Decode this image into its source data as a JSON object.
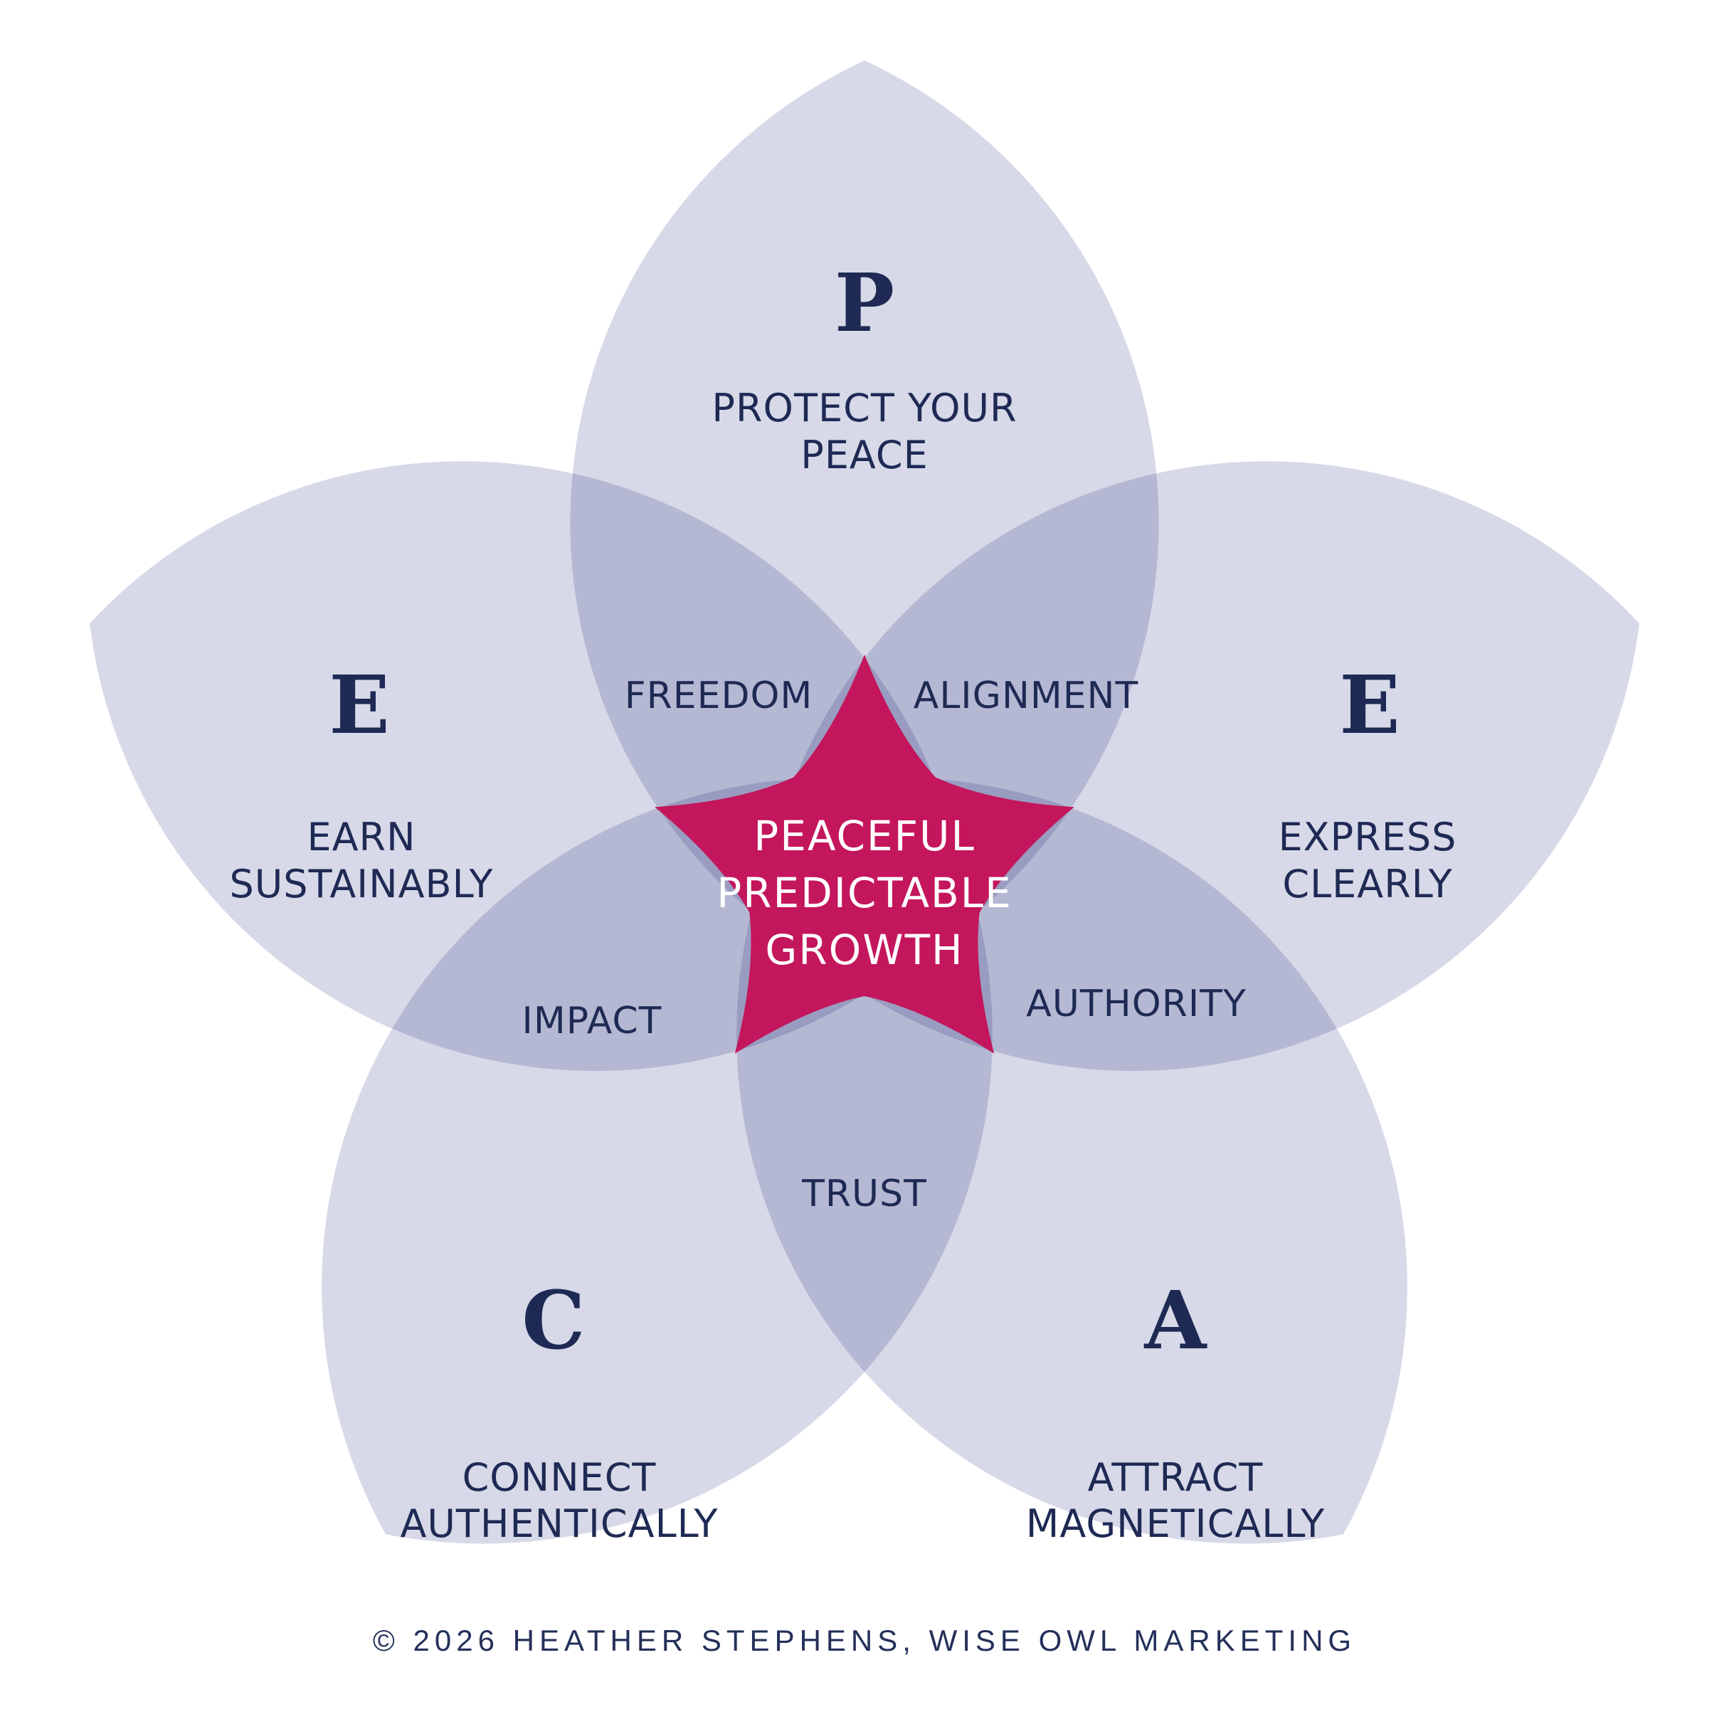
{
  "colors": {
    "bg": "#ffffff",
    "petal": "#d7d9e8",
    "star": "#c4165c",
    "navy": "#1e2a54",
    "star_text": "#ffffff",
    "footer_text": "#24305a"
  },
  "center": {
    "lines": [
      "PEACEFUL",
      "PREDICTABLE",
      "GROWTH"
    ]
  },
  "petals": [
    {
      "id": "p",
      "letter": "P",
      "label_lines": [
        "PROTECT YOUR",
        "PEACE"
      ]
    },
    {
      "id": "e-express",
      "letter": "E",
      "label_lines": [
        "EXPRESS",
        "CLEARLY"
      ]
    },
    {
      "id": "a",
      "letter": "A",
      "label_lines": [
        "ATTRACT",
        "MAGNETICALLY"
      ]
    },
    {
      "id": "c",
      "letter": "C",
      "label_lines": [
        "CONNECT",
        "AUTHENTICALLY"
      ]
    },
    {
      "id": "e-earn",
      "letter": "E",
      "label_lines": [
        "EARN",
        "SUSTAINABLY"
      ]
    }
  ],
  "overlaps": [
    {
      "id": "freedom",
      "label": "FREEDOM"
    },
    {
      "id": "alignment",
      "label": "ALIGNMENT"
    },
    {
      "id": "authority",
      "label": "AUTHORITY"
    },
    {
      "id": "trust",
      "label": "TRUST"
    },
    {
      "id": "impact",
      "label": "IMPACT"
    }
  ],
  "footer": {
    "text": "© 2026 HEATHER STEPHENS, WISE OWL MARKETING"
  }
}
